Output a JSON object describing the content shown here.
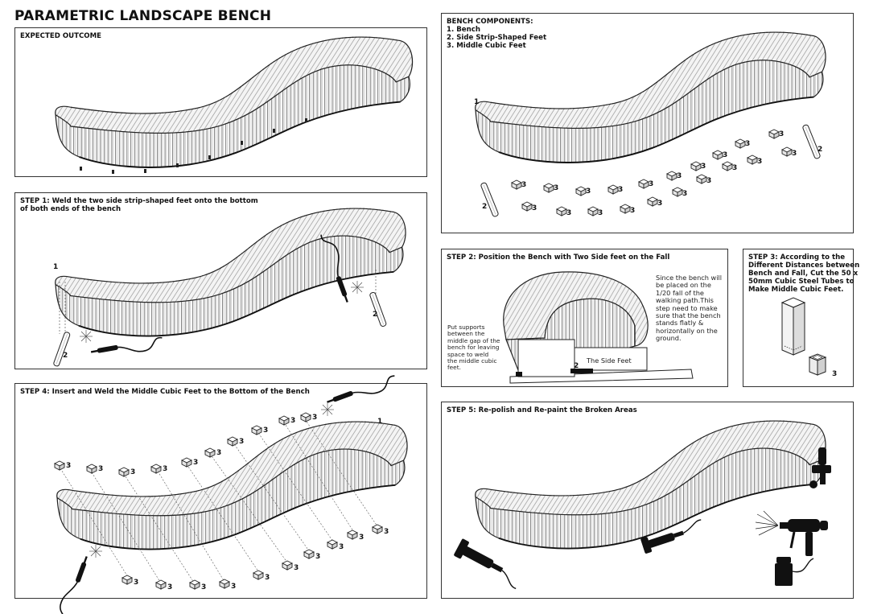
{
  "title": "PARAMETRIC LANDSCAPE BENCH",
  "panels": {
    "expected": {
      "title": "EXPECTED OUTCOME"
    },
    "step1": {
      "title_line1": "STEP 1: Weld the two side strip-shaped feet onto the bottom",
      "title_line2": "of both ends of the bench",
      "label_bench": "1",
      "label_left_foot": "2",
      "label_right_foot": "2"
    },
    "step4": {
      "title": "STEP 4: Insert and Weld the Middle Cubic Feet to the Bottom of the Bench",
      "label_bench": "1",
      "label_cube": "3"
    },
    "components": {
      "title": "BENCH COMPONENTS:",
      "items": [
        "1. Bench",
        "2. Side Strip-Shaped Feet",
        "3. Middle Cubic Feet"
      ],
      "label_bench": "1",
      "label_left_foot": "2",
      "label_right_foot": "2",
      "label_cube": "3"
    },
    "step2": {
      "title": "STEP 2: Position the Bench with Two Side feet on the Fall",
      "note_right_lines": [
        "Since the bench will",
        "be placed on the",
        "1/20 fall of the",
        "walking path.This",
        "step need to make",
        "sure that the bench",
        "stands flatly &",
        "horizontally on the",
        "ground."
      ],
      "note_left_lines": [
        "Put supports",
        "between the",
        "middle gap of the",
        "bench for leaving",
        "space to weld",
        "the middle cubic",
        "feet."
      ],
      "side_feet_label": "The Side Feet",
      "label_foot": "2"
    },
    "step3": {
      "title_lines": [
        "STEP 3: According to the",
        "Different Distances between",
        "Bench and Fall, Cut the 50 x",
        "50mm Cubic Steel Tubes to",
        "Make Middle Cubic Feet."
      ],
      "label_cube": "3"
    },
    "step5": {
      "title": "STEP 5: Re-polish and Re-paint the Broken Areas"
    }
  },
  "colors": {
    "line": "#222222",
    "slat": "#555555",
    "bench_fill": "#f7f7f7",
    "tool": "#111111"
  },
  "icons": [
    "welding-torch-icon",
    "grinder-icon",
    "spray-gun-icon",
    "paint-cup-icon"
  ]
}
